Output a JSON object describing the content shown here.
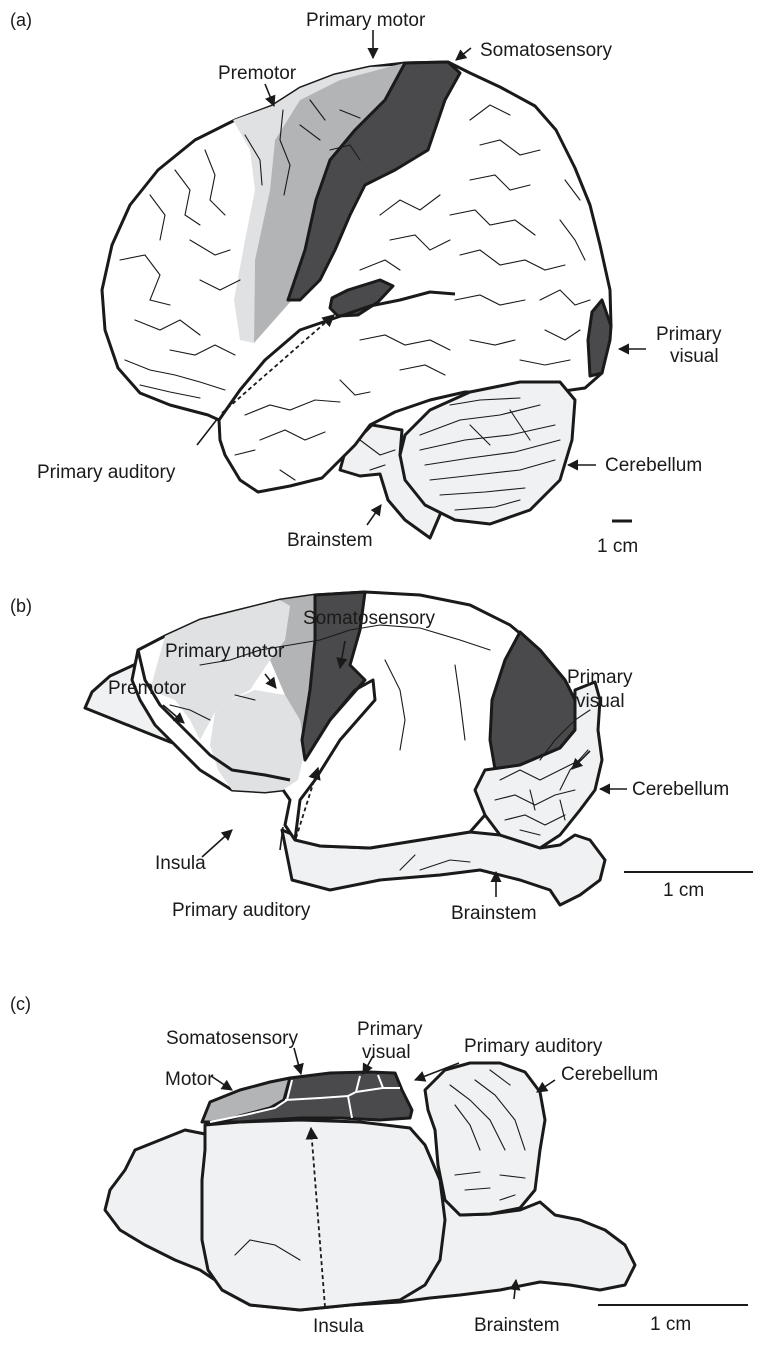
{
  "colors": {
    "dark_region": "#4a4a4c",
    "mid_region": "#b3b4b6",
    "light_region": "#dfe1e3",
    "pale_region": "#f0f1f2",
    "outline": "#1a1a1a"
  },
  "panel_a": {
    "tag": "(a)",
    "labels": {
      "primary_motor": "Primary motor",
      "somatosensory": "Somatosensory",
      "premotor": "Premotor",
      "primary_visual_1": "Primary",
      "primary_visual_2": "visual",
      "primary_auditory": "Primary auditory",
      "cerebellum": "Cerebellum",
      "brainstem": "Brainstem",
      "scale": "1 cm"
    }
  },
  "panel_b": {
    "tag": "(b)",
    "labels": {
      "somatosensory": "Somatosensory",
      "primary_motor": "Primary motor",
      "premotor": "Premotor",
      "primary_visual_1": "Primary",
      "primary_visual_2": "visual",
      "cerebellum": "Cerebellum",
      "insula": "Insula",
      "primary_auditory": "Primary auditory",
      "brainstem": "Brainstem",
      "scale": "1 cm"
    }
  },
  "panel_c": {
    "tag": "(c)",
    "labels": {
      "primary_visual_1": "Primary",
      "primary_visual_2": "visual",
      "somatosensory": "Somatosensory",
      "primary_auditory": "Primary auditory",
      "motor": "Motor",
      "cerebellum": "Cerebellum",
      "insula": "Insula",
      "brainstem": "Brainstem",
      "scale": "1 cm"
    }
  }
}
